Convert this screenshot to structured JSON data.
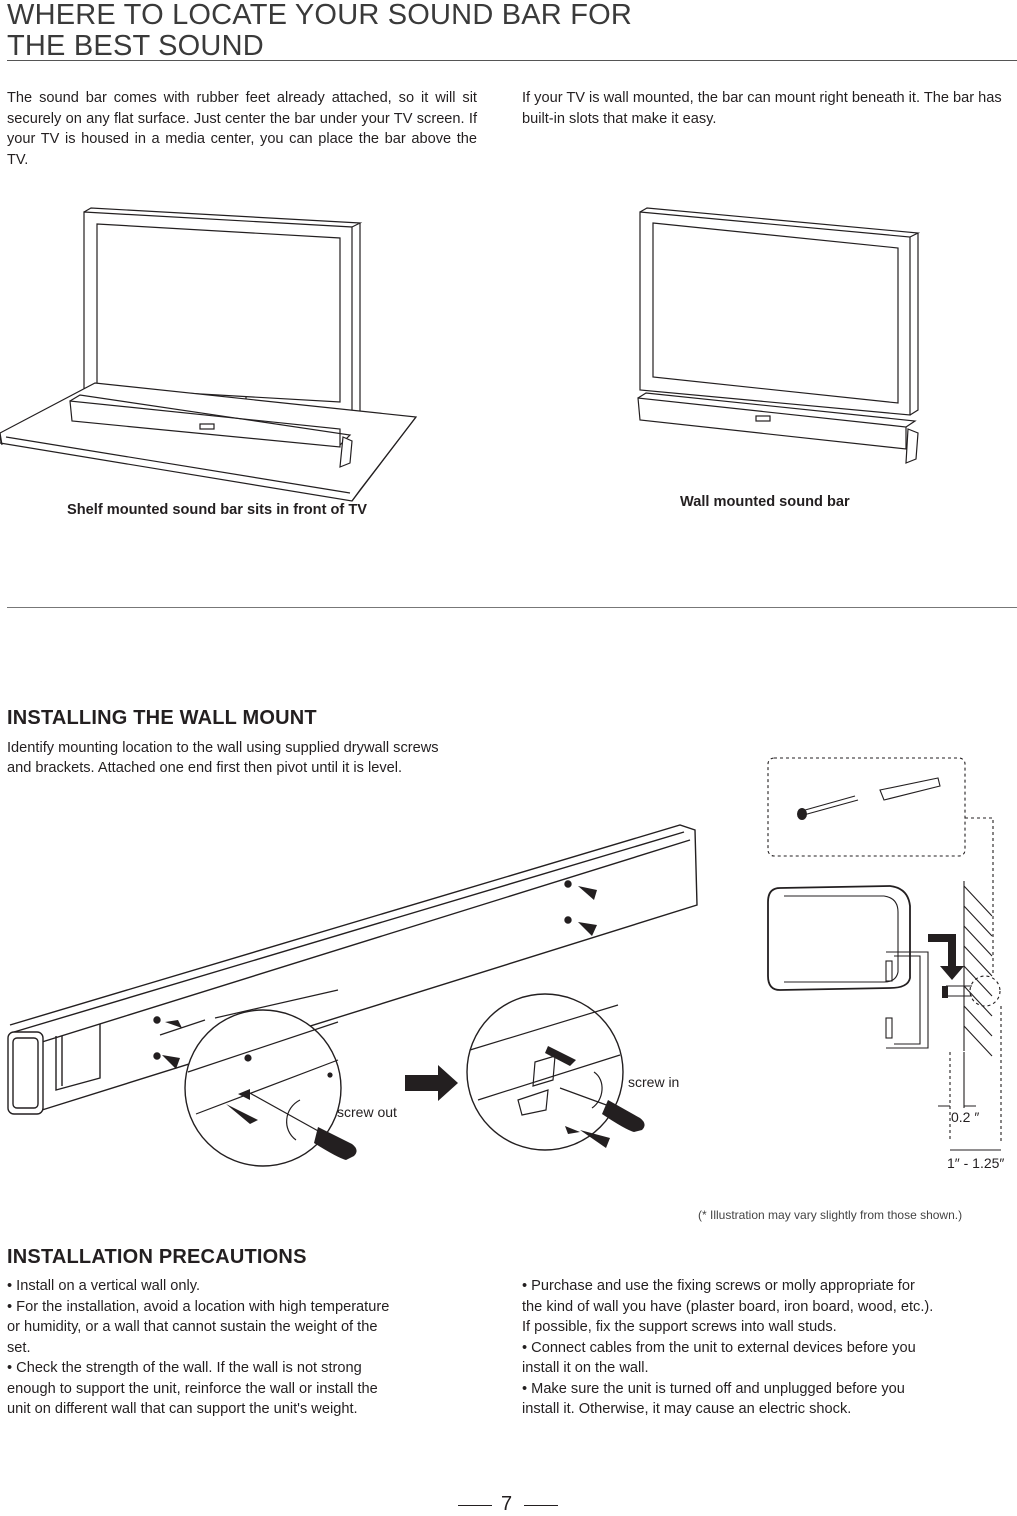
{
  "header": {
    "title_line1": "WHERE TO LOCATE YOUR SOUND BAR FOR",
    "title_line2": "THE BEST SOUND"
  },
  "locate": {
    "shelf_text": "The sound bar comes with rubber feet already attached, so it will sit securely on any flat surface. Just center the bar under your TV screen. If your TV is housed in a media center, you can place the bar above the TV.",
    "wall_text": "If your TV is wall mounted, the bar can mount right beneath it. The bar has built-in slots that make it easy.",
    "shelf_caption": "Shelf mounted sound bar sits in front of TV",
    "wall_caption": "Wall mounted sound bar"
  },
  "install": {
    "heading": "INSTALLING THE WALL MOUNT",
    "text_line1": "Identify mounting location to the wall using supplied drywall screws",
    "text_line2": "and brackets. Attached one end first then pivot until it is level.",
    "screw_out": "screw out",
    "screw_in": "screw in",
    "dim_small": "0.2 ″",
    "dim_large": "1″ - 1.25″",
    "note": "(* Illustration may vary slightly from those shown.)"
  },
  "precautions": {
    "heading": "INSTALLATION PRECAUTIONS",
    "left": [
      "• Install on a vertical wall only.",
      "• For the installation, avoid a location with high temperature",
      "or humidity, or a wall that cannot sustain the weight of the",
      "set.",
      "• Check the strength of the wall. If the wall is not strong",
      "enough to support the unit, reinforce the wall or install the",
      "unit on different wall that can support the unit's weight."
    ],
    "right": [
      "• Purchase and use the fixing screws or molly appropriate for",
      "the kind of wall you have (plaster board, iron board, wood, etc.).",
      "If possible, fix the support screws into wall studs.",
      "• Connect cables from the unit to external devices before you",
      "install it on the wall.",
      "• Make sure the unit is turned off and unplugged before you",
      "install it. Otherwise, it may cause an electric shock."
    ]
  },
  "footer": {
    "page_number": "7"
  }
}
